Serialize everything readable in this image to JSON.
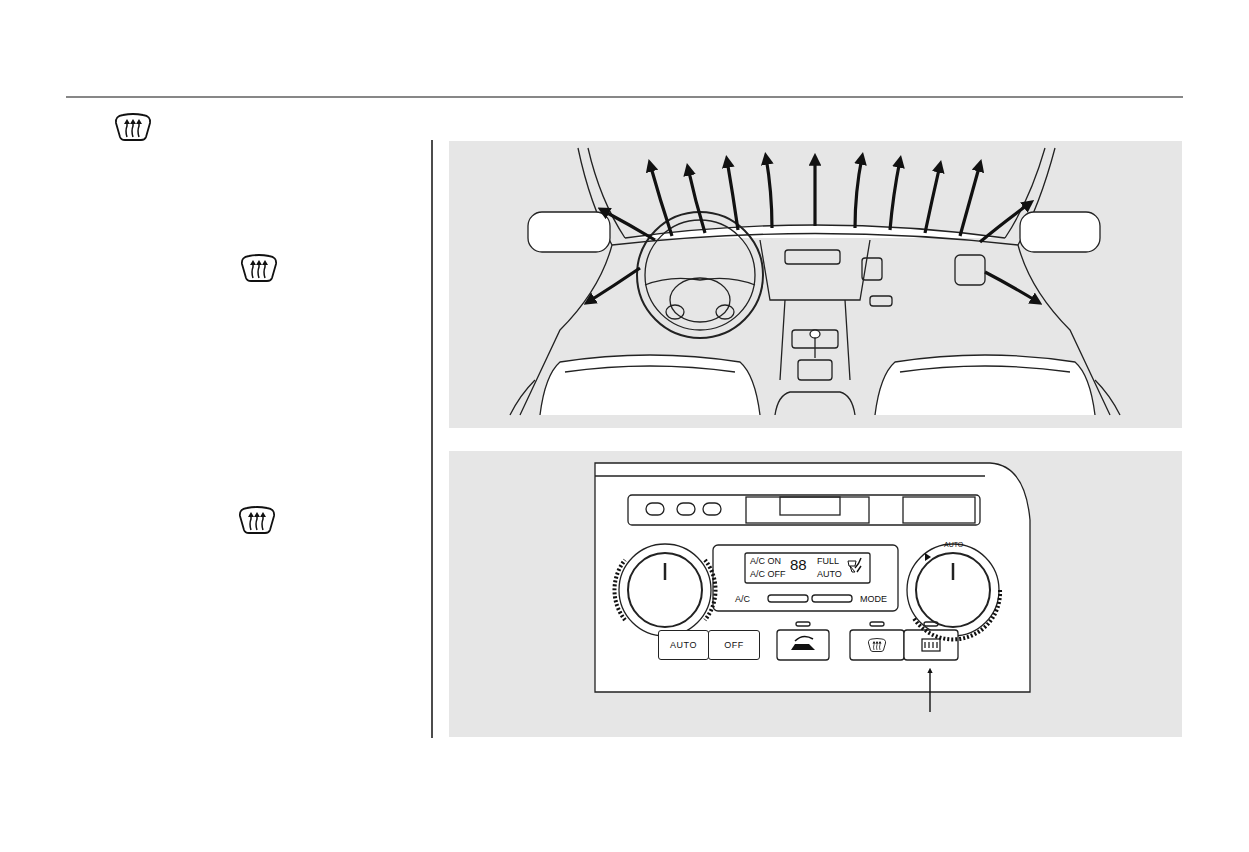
{
  "diagram": {
    "nodes": [
      {
        "text": [
          "AUTO"
        ]
      },
      {
        "text": [
          "OFF"
        ]
      }
    ],
    "labels": [
      "A/C ON",
      "A/C OFF",
      "88",
      "FULL",
      "AUTO",
      "A/C",
      "MODE",
      "AUTO"
    ]
  }
}
